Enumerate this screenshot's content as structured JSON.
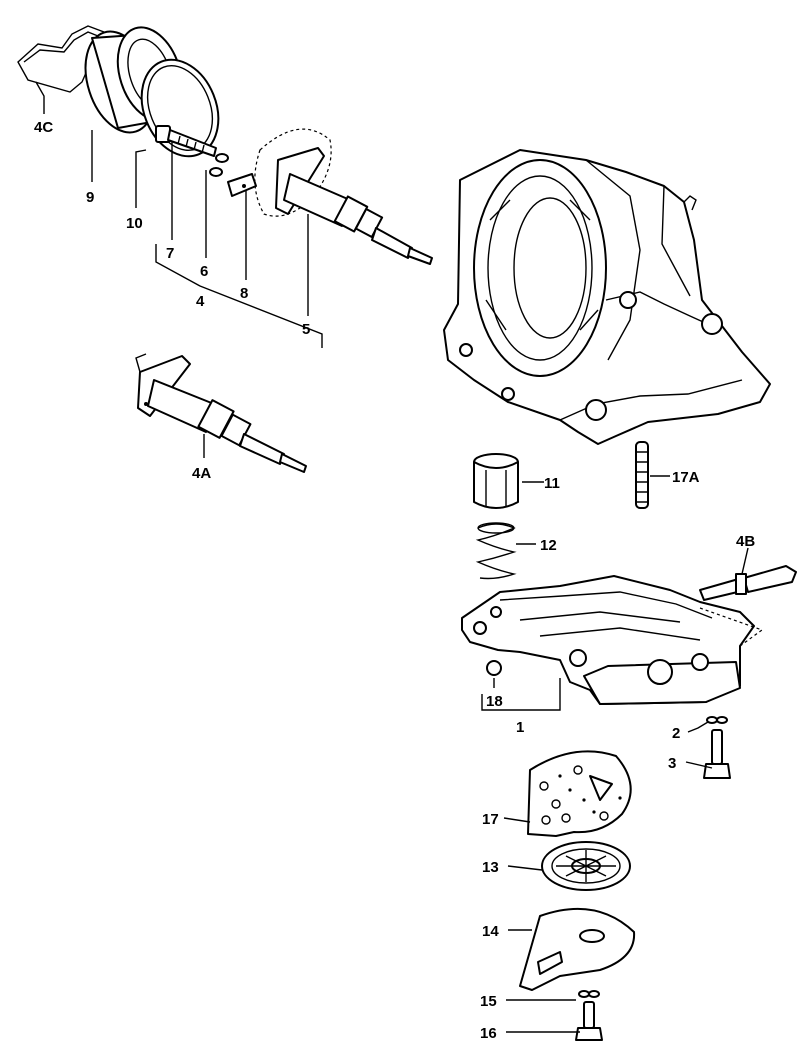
{
  "labels": {
    "p1": "1",
    "p2": "2",
    "p3": "3",
    "p4": "4",
    "p4a": "4A",
    "p4b": "4B",
    "p4c": "4C",
    "p5": "5",
    "p6": "6",
    "p7": "7",
    "p8": "8",
    "p9": "9",
    "p10": "10",
    "p11": "11",
    "p12": "12",
    "p13": "13",
    "p14": "14",
    "p15": "15",
    "p16": "16",
    "p17": "17",
    "p17a": "17A",
    "p18": "18"
  }
}
